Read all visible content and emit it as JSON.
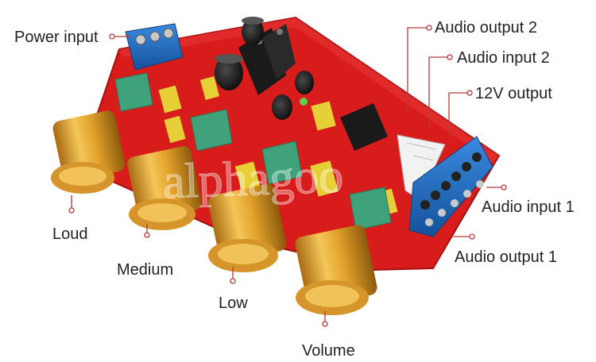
{
  "labels": {
    "power_input": "Power input",
    "audio_output_2": "Audio output 2",
    "audio_input_2": "Audio input 2",
    "v12_output": "12V output",
    "audio_input_1": "Audio input 1",
    "audio_output_1": "Audio output 1",
    "loud": "Loud",
    "medium": "Medium",
    "low": "Low",
    "volume": "Volume"
  },
  "watermark": "alphagoo",
  "colors": {
    "pcb_red": "#e3201f",
    "terminal_blue": "#1f6fc8",
    "knob_gold": "#e0a52a",
    "capacitor_yellow": "#e9d33a",
    "pot_green": "#3fa27a",
    "leader_line": "#b43a3a"
  }
}
